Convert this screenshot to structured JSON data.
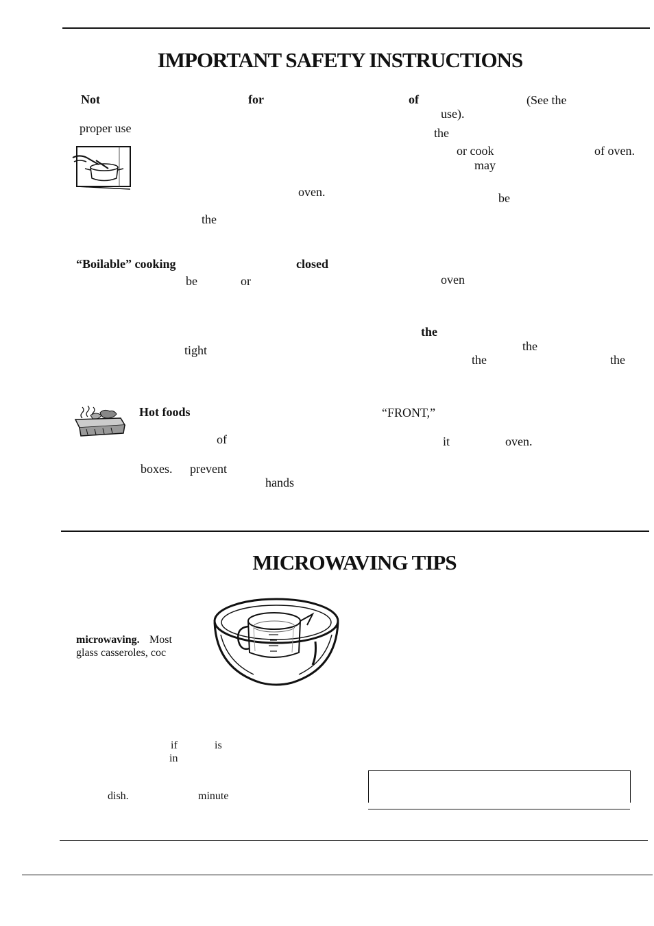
{
  "safety": {
    "title": "IMPORTANT SAFETY INSTRUCTIONS",
    "fragments": {
      "not": "Not",
      "for": "for",
      "of1": "of",
      "see_the": "(See the",
      "use_paren": "use).",
      "proper_use": "proper use",
      "the1": "the",
      "or_cook": "or cook",
      "of_oven": "of oven.",
      "may": "may",
      "oven1": "oven.",
      "be1": "be",
      "the2": "the",
      "boilable_cooking": "“Boilable” cooking",
      "closed": "closed",
      "be2": "be",
      "or1": "or",
      "oven2": "oven",
      "the3": "the",
      "tight": "tight",
      "the4": "the",
      "the5": "the",
      "the6": "the",
      "hot_foods": "Hot foods",
      "front": "“FRONT,”",
      "of2": "of",
      "it": "it",
      "oven3": "oven.",
      "boxes": "boxes.",
      "prevent": "prevent",
      "hands": "hands"
    }
  },
  "tips": {
    "title": "MICROWAVING TIPS",
    "fragments": {
      "microwaving": "microwaving.",
      "most": "Most",
      "glass_casseroles": "glass casseroles, coc",
      "if": "if",
      "is": "is",
      "in": "in",
      "dish": "dish.",
      "minute": "minute"
    }
  }
}
